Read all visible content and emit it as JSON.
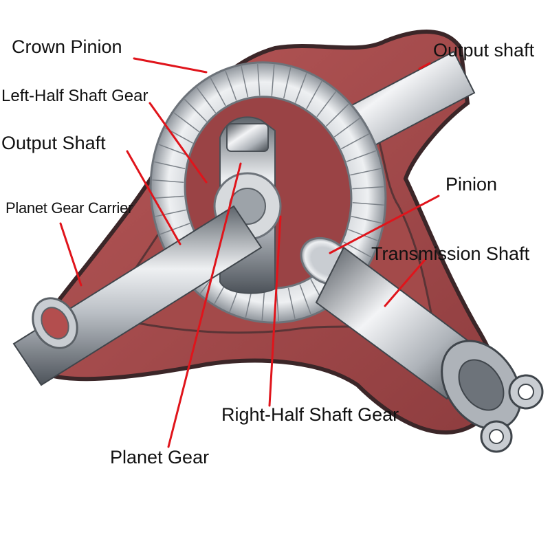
{
  "colors": {
    "leader": "#e0141b",
    "housing_interior": "#a34a4a",
    "housing_dark": "#4a3032",
    "steel_light": "#eef0f2",
    "steel_mid": "#b9bec4",
    "steel_dark": "#5e656c"
  },
  "labels": {
    "crown_pinion": "Crown Pinion",
    "output_shaft_right": "Output shaft",
    "left_half_shaft_gear": "Left-Half Shaft Gear",
    "output_shaft_left": "Output Shaft",
    "planet_gear_carrier": "Planet Gear Carrier",
    "pinion": "Pinion",
    "transmission_shaft": "Transmission Shaft",
    "right_half_shaft_gear": "Right-Half Shaft Gear",
    "planet_gear": "Planet Gear"
  }
}
